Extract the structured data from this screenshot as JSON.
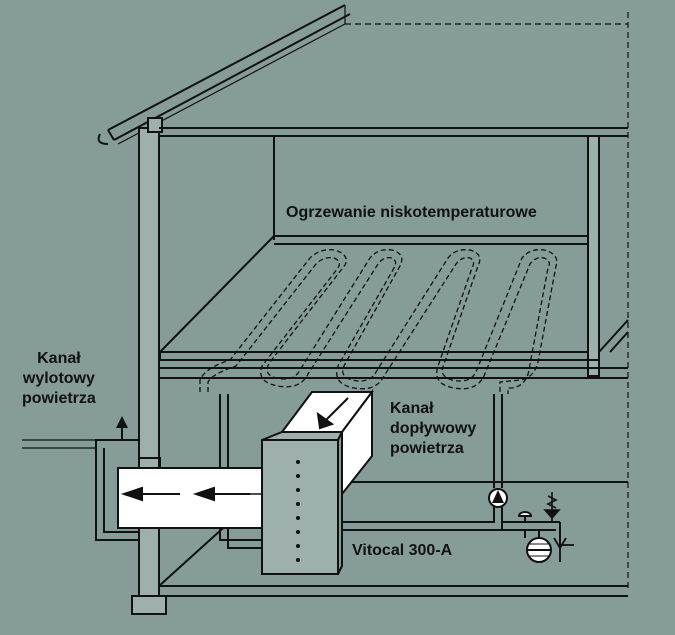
{
  "labels": {
    "heating": "Ogrzewanie niskotemperaturowe",
    "exhaust_line1": "Kanał",
    "exhaust_line2": "wylotowy",
    "exhaust_line3": "powietrza",
    "intake_line1": "Kanał",
    "intake_line2": "dopływowy",
    "intake_line3": "powietrza",
    "unit": "Vitocal 300-A"
  },
  "colors": {
    "background": "#869c98",
    "line": "#111111",
    "duct_fill": "#ffffff",
    "structure_fill": "#9db0ac"
  },
  "icons": {
    "pump": "circulation-pump-icon",
    "vessel": "expansion-vessel-icon",
    "valve": "safety-valve-icon",
    "drain": "drain-icon"
  }
}
